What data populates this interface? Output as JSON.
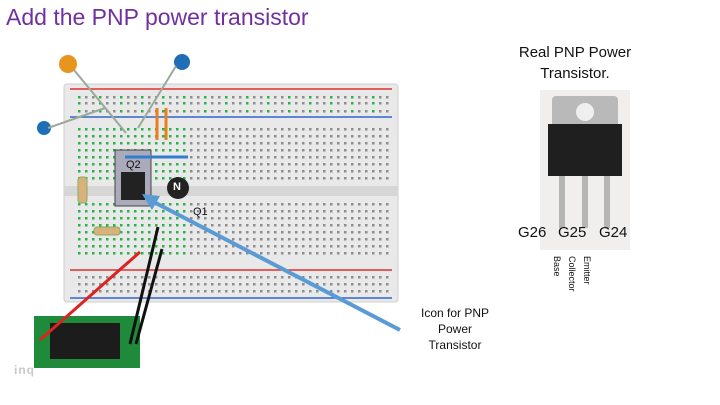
{
  "title": "Add the PNP power transistor",
  "real_transistor": {
    "heading_line1": "Real PNP Power",
    "heading_line2": "Transistor.",
    "pin_numbers": [
      "G26",
      "G25",
      "G24"
    ],
    "pin_names": [
      "Base",
      "Collector",
      "Emitter"
    ]
  },
  "breadboard": {
    "label_q2": "Q2",
    "label_q1": "Q1",
    "npn_symbol": "N"
  },
  "callout": {
    "line1": "Icon for PNP",
    "line2": "Power",
    "line3": "Transistor"
  },
  "watermark": "inq",
  "colors": {
    "title": "#7030a0",
    "arrow": "#5b9bd5",
    "pcb": "#1f8a3a",
    "breadboard": "#e9e9e9"
  }
}
